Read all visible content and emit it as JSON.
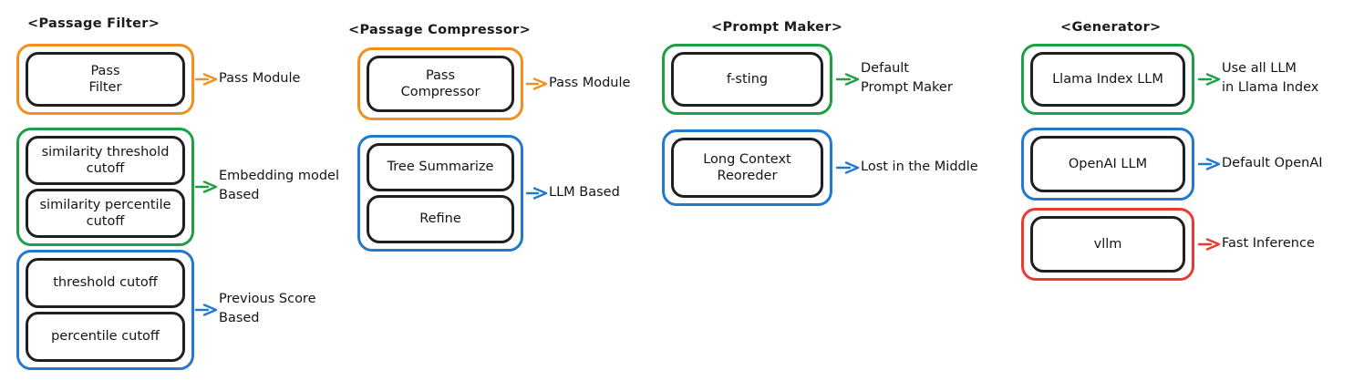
{
  "diagram": {
    "title_format": "<Name>",
    "colors": {
      "orange": "#F2901F",
      "green": "#1E9E45",
      "blue": "#2379CD",
      "red": "#EB3B31",
      "node_border": "#1F1F1F",
      "text": "#141414",
      "background": "#FFFFFF"
    },
    "columns": [
      {
        "id": "passage-filter",
        "title": "<Passage Filter>",
        "groups": [
          {
            "id": "pass-module",
            "color": "#F2901F",
            "nodes": [
              "Pass\nFilter"
            ],
            "output_label": "Pass Module"
          },
          {
            "id": "embedding-model-based",
            "color": "#1E9E45",
            "nodes": [
              "similarity threshold\ncutoff",
              "similarity percentile\ncutoff"
            ],
            "output_label": "Embedding model\nBased"
          },
          {
            "id": "previous-score-based",
            "color": "#2379CD",
            "nodes": [
              "threshold cutoff",
              "percentile cutoff"
            ],
            "output_label": "Previous Score\nBased"
          }
        ]
      },
      {
        "id": "passage-compressor",
        "title": "<Passage Compressor>",
        "groups": [
          {
            "id": "pass-module",
            "color": "#F2901F",
            "nodes": [
              "Pass\nCompressor"
            ],
            "output_label": "Pass Module"
          },
          {
            "id": "llm-based",
            "color": "#2379CD",
            "nodes": [
              "Tree Summarize",
              "Refine"
            ],
            "output_label": "LLM Based"
          }
        ]
      },
      {
        "id": "prompt-maker",
        "title": "<Prompt Maker>",
        "groups": [
          {
            "id": "default-prompt-maker",
            "color": "#1E9E45",
            "nodes": [
              "f-sting"
            ],
            "output_label": "Default\nPrompt Maker"
          },
          {
            "id": "lost-in-the-middle",
            "color": "#2379CD",
            "nodes": [
              "Long Context\nReoreder"
            ],
            "output_label": "Lost in the Middle"
          }
        ]
      },
      {
        "id": "generator",
        "title": "<Generator>",
        "groups": [
          {
            "id": "use-all-llm-in-llama-index",
            "color": "#1E9E45",
            "nodes": [
              "Llama Index LLM"
            ],
            "output_label": "Use all LLM\nin Llama Index"
          },
          {
            "id": "default-openai",
            "color": "#2379CD",
            "nodes": [
              "OpenAI LLM"
            ],
            "output_label": "Default OpenAI"
          },
          {
            "id": "fast-inference",
            "color": "#EB3B31",
            "nodes": [
              "vllm"
            ],
            "output_label": "Fast Inference"
          }
        ]
      }
    ]
  }
}
